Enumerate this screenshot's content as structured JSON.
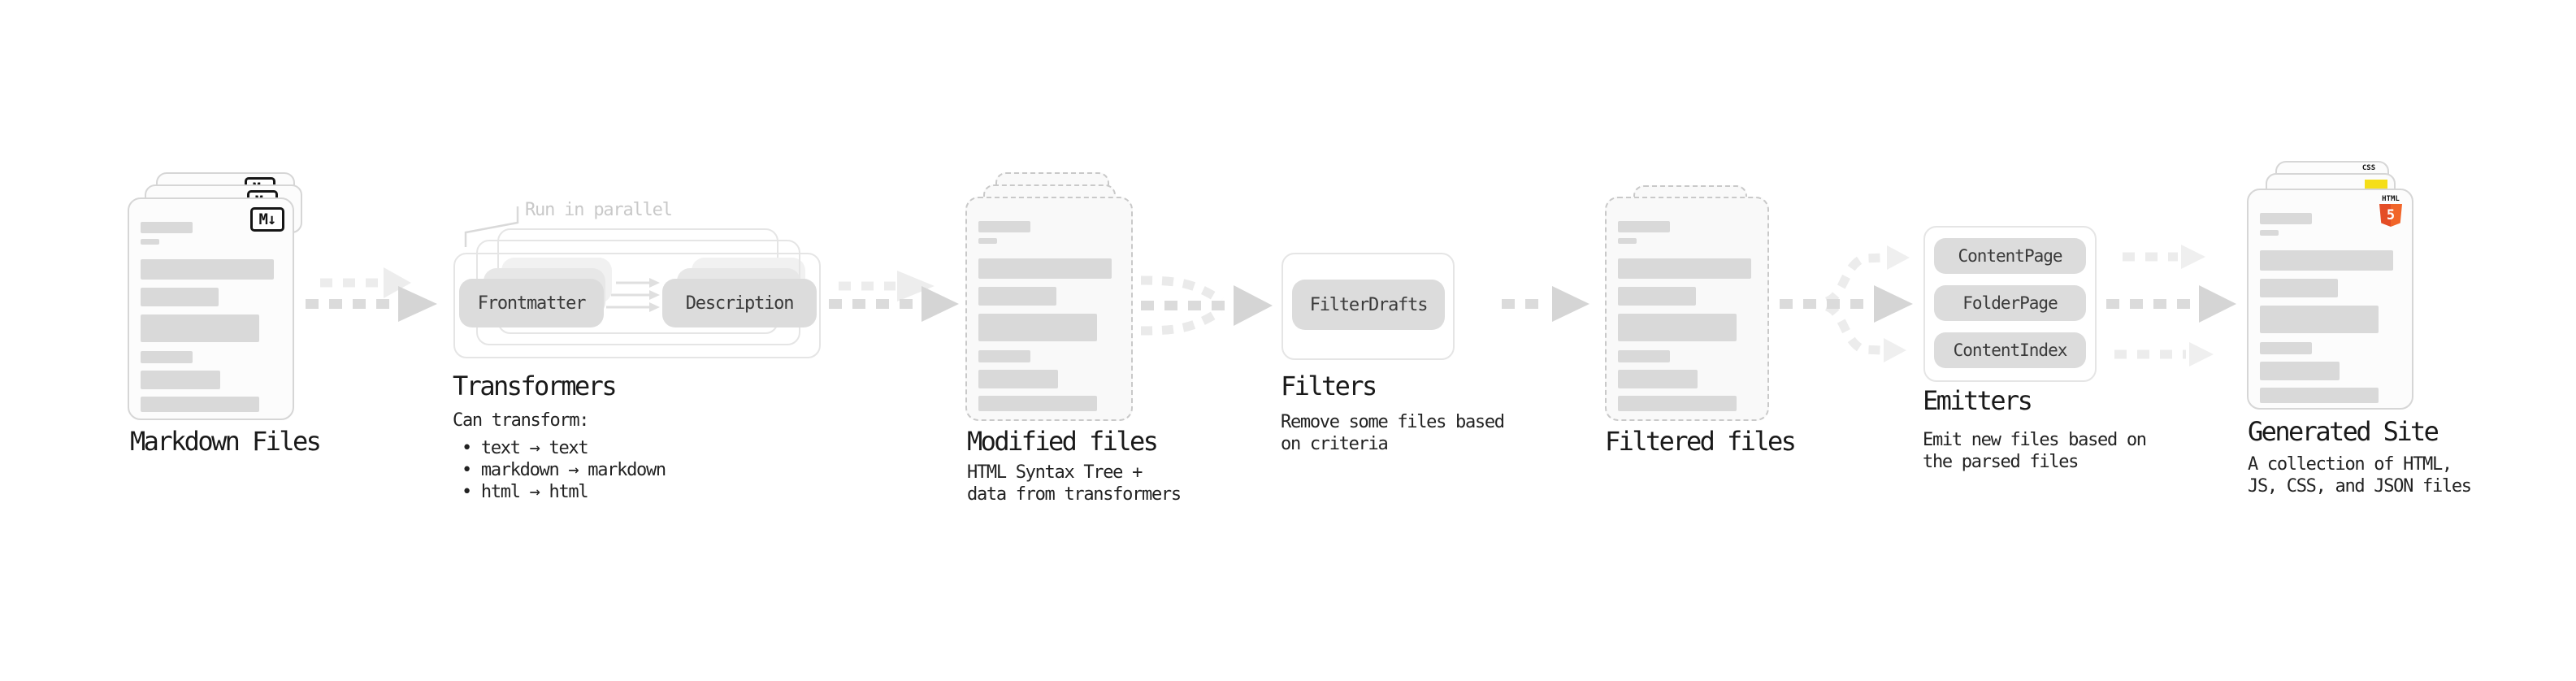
{
  "stages": {
    "markdown": {
      "label": "Markdown Files",
      "badge": "M↓"
    },
    "transformers": {
      "title": "Transformers",
      "note": "Run in parallel",
      "pill_a": "Frontmatter",
      "pill_b": "Description",
      "heading": "Can transform:",
      "items": [
        "• text → text",
        "• markdown → markdown",
        "• html → html"
      ]
    },
    "modified": {
      "label": "Modified files",
      "desc": [
        "HTML Syntax Tree +",
        "data from transformers"
      ]
    },
    "filters": {
      "title": "Filters",
      "pill": "FilterDrafts",
      "desc": [
        "Remove some files based",
        "on criteria"
      ]
    },
    "filtered": {
      "label": "Filtered files"
    },
    "emitters": {
      "title": "Emitters",
      "pills": [
        "ContentPage",
        "FolderPage",
        "ContentIndex"
      ],
      "desc": [
        "Emit new files based on",
        "the parsed files"
      ]
    },
    "generated": {
      "label": "Generated Site",
      "desc": [
        "A collection of HTML,",
        "JS, CSS, and JSON files"
      ],
      "badge_html_top": "HTML",
      "badge_html_num": "5",
      "badge_css": "CSS"
    }
  },
  "colors": {
    "arrow_dark": "#dbdbdb",
    "arrow_dark_head": "#d5d5d5",
    "arrow_light": "#ececec",
    "arrow_light_head": "#ededed",
    "html5_orange": "#E44D26",
    "js_yellow": "#F5DE19",
    "css_blue": "#2062AF"
  }
}
